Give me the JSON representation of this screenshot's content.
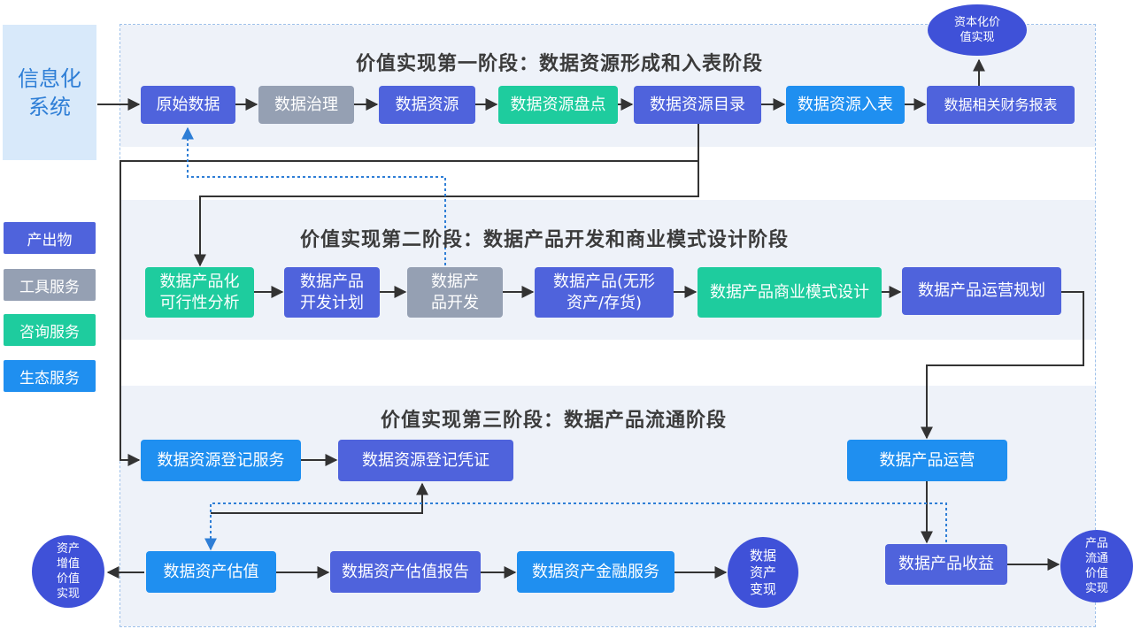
{
  "source_system": "信息化\n系统",
  "legend": [
    {
      "label": "产出物",
      "color": "#4f63dc"
    },
    {
      "label": "工具服务",
      "color": "#95a0b3"
    },
    {
      "label": "咨询服务",
      "color": "#1ecc9e"
    },
    {
      "label": "生态服务",
      "color": "#1f8ff0"
    }
  ],
  "stage1": {
    "title": "价值实现第一阶段：数据资源形成和入表阶段",
    "nodes": [
      "原始数据",
      "数据治理",
      "数据资源",
      "数据资源盘点",
      "数据资源目录",
      "数据资源入表",
      "数据相关财务报表"
    ],
    "top_circle": "资本化价\n值实现"
  },
  "stage2": {
    "title": "价值实现第二阶段：数据产品开发和商业模式设计阶段",
    "nodes": [
      "数据产品化\n可行性分析",
      "数据产品\n开发计划",
      "数据产\n品开发",
      "数据产品(无形\n资产/存货)",
      "数据产品商业模式设计",
      "数据产品运营规划"
    ]
  },
  "stage3": {
    "title": "价值实现第三阶段：数据产品流通阶段",
    "nodes": [
      "数据资源登记服务",
      "数据资源登记凭证",
      "数据产品运营",
      "数据资产估值",
      "数据资产估值报告",
      "数据资产金融服务",
      "数据产品收益"
    ],
    "circles": [
      "资产\n增值\n价值\n实现",
      "数据\n资产\n变现",
      "产品\n流通\n价值\n实现"
    ]
  }
}
